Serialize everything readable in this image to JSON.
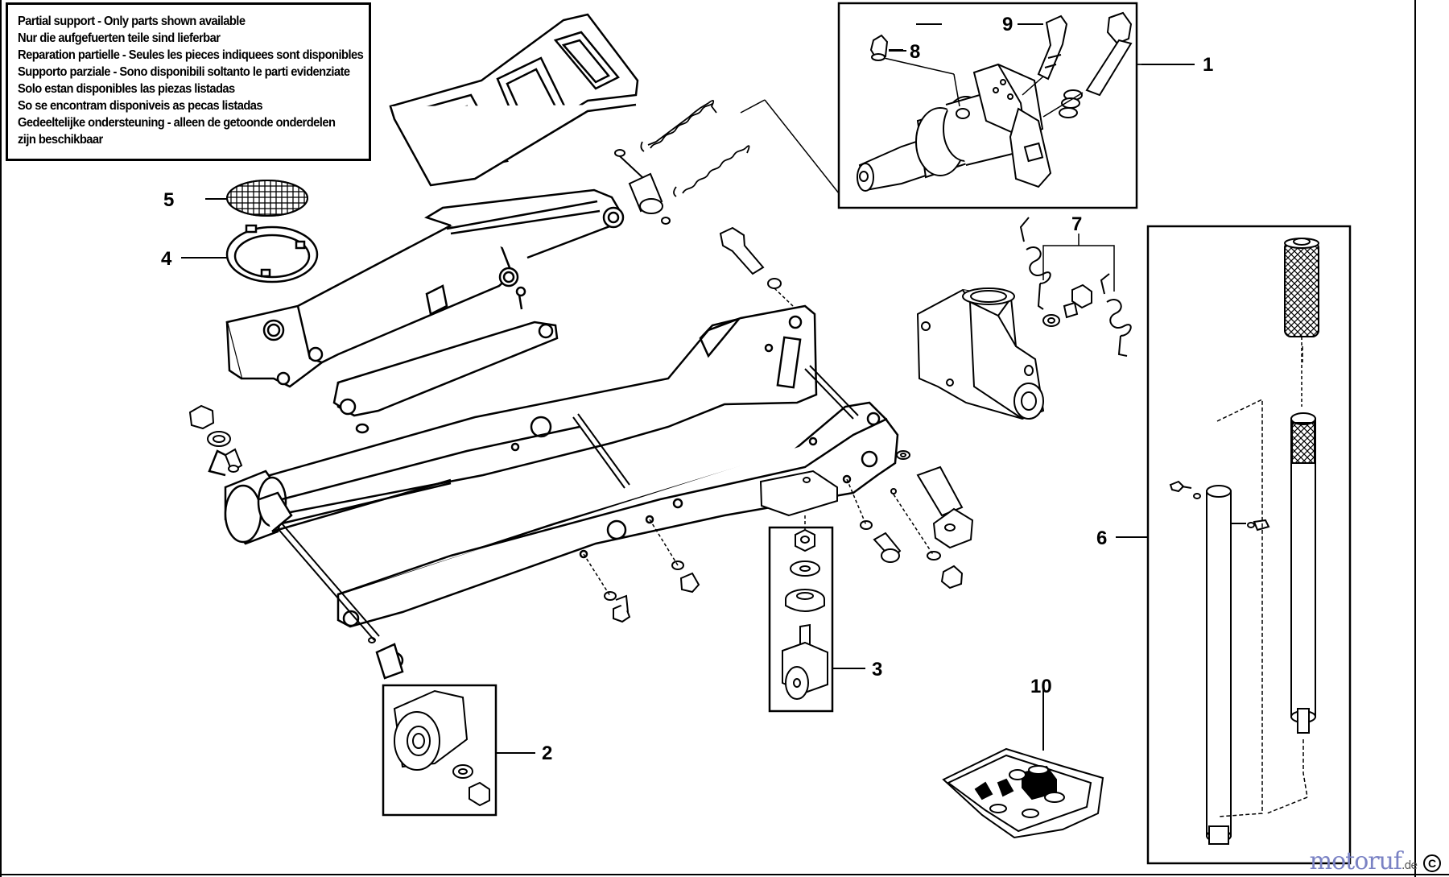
{
  "notice": {
    "lines": [
      "Partial support - Only parts shown available",
      "Nur die aufgefuerten teile sind lieferbar",
      "Reparation partielle - Seules les pieces indiquees sont disponibles",
      "Supporto parziale - Sono disponibili soltanto le parti evidenziate",
      "Solo estan disponibles las piezas listadas",
      "So se encontram disponiveis as pecas listadas",
      "Gedeeltelijke ondersteuning - alleen de getoonde onderdelen",
      "zijn beschikbaar"
    ]
  },
  "callouts": {
    "c1": "1",
    "c2": "2",
    "c3": "3",
    "c4": "4",
    "c5": "5",
    "c6": "6",
    "c7": "7",
    "c8": "8",
    "c9": "9",
    "c10": "10"
  },
  "watermark": {
    "brand": "motoruf",
    "tld": ".de",
    "copyright": "C"
  },
  "colors": {
    "line": "#000000",
    "background": "#ffffff",
    "watermark": "#7a82c4"
  }
}
